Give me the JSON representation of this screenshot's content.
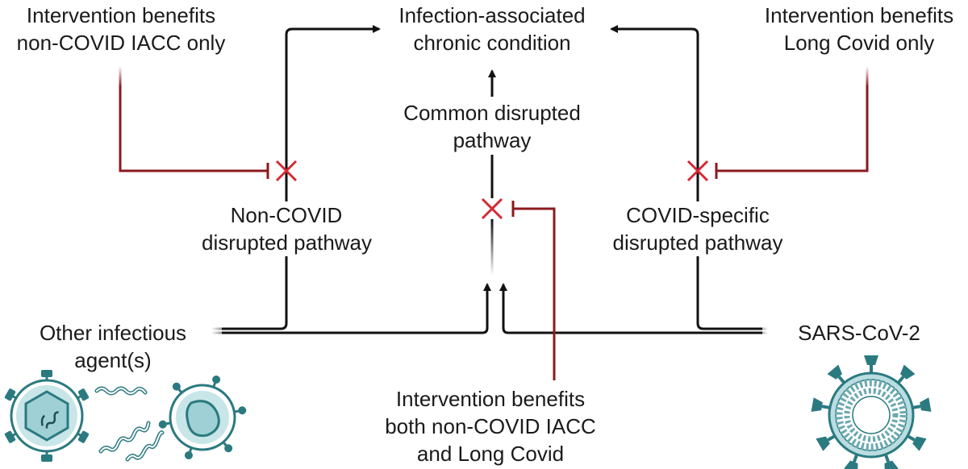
{
  "diagram": {
    "outcome": [
      "Infection-associated",
      "chronic condition"
    ],
    "common_pathway": [
      "Common disrupted",
      "pathway"
    ],
    "non_covid_pathway": [
      "Non-COVID",
      "disrupted pathway"
    ],
    "covid_pathway": [
      "COVID-specific",
      "disrupted pathway"
    ],
    "left_source": [
      "Other infectious",
      "agent(s)"
    ],
    "right_source": [
      "SARS-CoV-2"
    ],
    "intervention_left": [
      "Intervention benefits",
      "non-COVID IACC only"
    ],
    "intervention_right": [
      "Intervention benefits",
      "Long Covid only"
    ],
    "intervention_center": [
      "Intervention benefits",
      "both non-COVID IACC",
      "and Long Covid"
    ]
  },
  "icons": {
    "left": [
      "hexagonal-virus-icon",
      "spiral-bacteria-icon",
      "round-virus-icon"
    ],
    "right": [
      "sars-cov-2-virion-icon"
    ]
  },
  "colors": {
    "pathway": "#111111",
    "intervention": "#8b1a1f",
    "block_x": "#d42a36",
    "virus_teal": "#2b7a80",
    "virus_fill": "#a9d4d9"
  }
}
